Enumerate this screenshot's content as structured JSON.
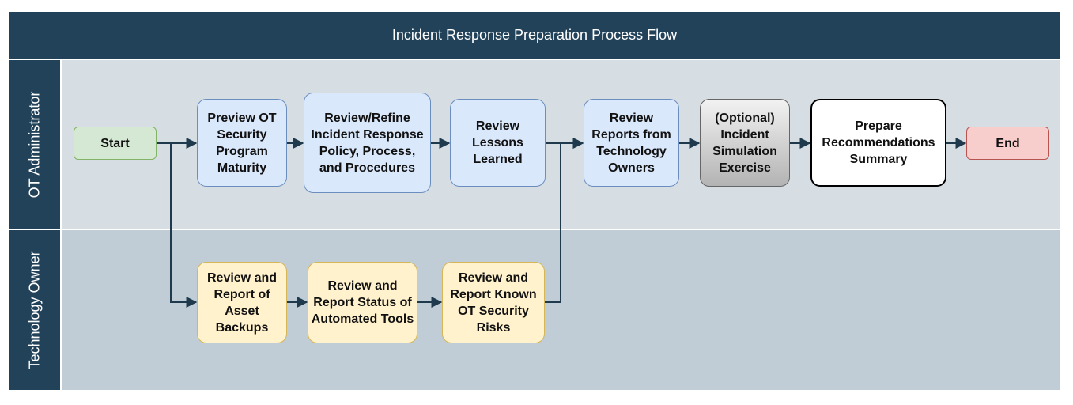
{
  "title": "Incident Response Preparation Process Flow",
  "lanes": [
    {
      "label": "OT Administrator"
    },
    {
      "label": "Technology Owner"
    }
  ],
  "nodes": {
    "start": "Start",
    "preview": "Preview OT Security Program Maturity",
    "review_refine": "Review/Refine Incident Response Policy, Process, and Procedures",
    "lessons": "Review Lessons Learned",
    "reports_owners": "Review Reports from Technology Owners",
    "simulation": "(Optional) Incident Simulation Exercise",
    "recommendations": "Prepare Recommendations Summary",
    "end": "End",
    "asset_backups": "Review and Report of Asset Backups",
    "automated_tools": "Review and Report Status of Automated Tools",
    "known_risks": "Review and Report Known OT Security Risks"
  },
  "colors": {
    "header": "#22425a",
    "lane1": "#d6dde3",
    "lane2": "#c0cdd6",
    "edge": "#1f3a4d"
  }
}
